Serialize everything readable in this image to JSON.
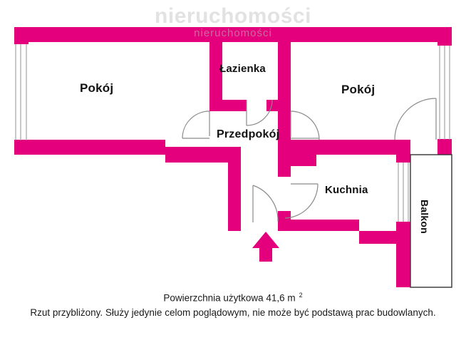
{
  "watermark": {
    "main": "nieruchomości",
    "sub": "nieruchomości"
  },
  "rooms": [
    {
      "id": "pokoj-left",
      "label": "Pokój"
    },
    {
      "id": "lazienka",
      "label": "Łazienka"
    },
    {
      "id": "pokoj-right",
      "label": "Pokój"
    },
    {
      "id": "przedpokoj",
      "label": "Przedpokój"
    },
    {
      "id": "kuchnia",
      "label": "Kuchnia"
    },
    {
      "id": "balkon",
      "label": "Balkon"
    }
  ],
  "labels": {
    "pokoj_left": "Pokój",
    "lazienka": "Łazienka",
    "pokoj_right": "Pokój",
    "przedpokoj": "Przedpokój",
    "kuchnia": "Kuchnia",
    "balkon": "Balkon"
  },
  "caption": {
    "area_line": "Powierzchnia użytkowa 41,6 m",
    "area_exponent": "2",
    "disclaimer": "Rzut przybliżony. Służy jedynie celom poglądowym, nie może być podstawą prac budowlanych."
  },
  "area": {
    "value": "41,6",
    "unit": "m²"
  },
  "colors": {
    "wall": "#E4007C",
    "wall_shade": "#C2006A",
    "background": "#FFFFFF",
    "text": "#111111",
    "door_line": "#8A8A8A",
    "watermark": "#BFBFBF"
  },
  "markers": {
    "entrance_arrow": "entrance-arrow-up"
  }
}
